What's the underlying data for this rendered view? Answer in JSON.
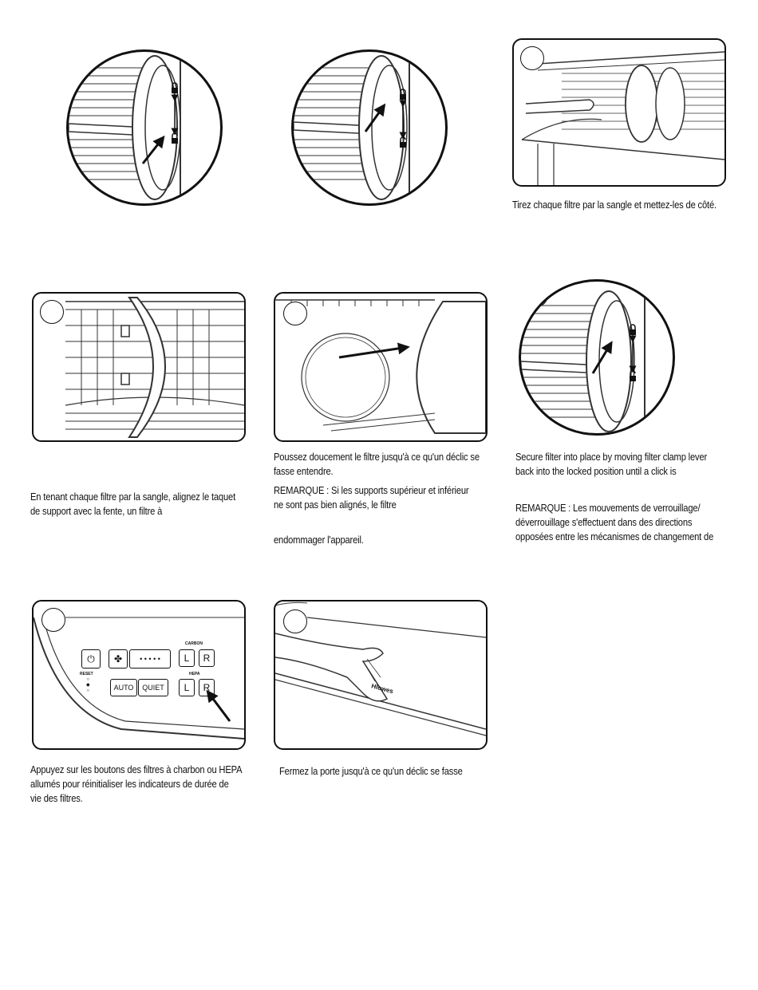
{
  "captions": {
    "step3": "Tirez chaque filtre par la sangle et mettez-les de côté.",
    "step5": "En tenant chaque filtre par la sangle, alignez le taquet de support avec la fente, un filtre à",
    "step6_main": "Poussez doucement le filtre jusqu'à ce qu'un déclic se fasse entendre.",
    "step6_note": "REMARQUE : Si les supports supérieur et inférieur ne sont pas bien alignés, le filtre",
    "step6_tail": "endommager l'appareil.",
    "step7_main": "Secure filter into place by moving filter clamp lever back into the locked position until a click is",
    "step7_note": "REMARQUE : Les mouvements de verrouillage/ déverrouillage s'effectuent dans des directions opposées entre les mécanismes de changement de",
    "step8": "Appuyez sur les boutons des filtres à charbon ou HEPA allumés pour réinitialiser les indicateurs de durée de vie des filtres.",
    "step9": "Fermez la porte jusqu'à ce qu'un déclic se fasse"
  },
  "control_panel": {
    "carbon_label": "CARBON",
    "hepa_label": "HEPA",
    "reset_label": "RESET",
    "auto_button": "AUTO",
    "quiet_button": "QUIET",
    "left_button": "L",
    "right_button": "R",
    "speed_dots": "• • • • •"
  },
  "brand_text": "Hlowes",
  "icons": [
    "lock-icon",
    "unlock-icon",
    "arrow-icon",
    "power-icon",
    "fan-icon"
  ]
}
